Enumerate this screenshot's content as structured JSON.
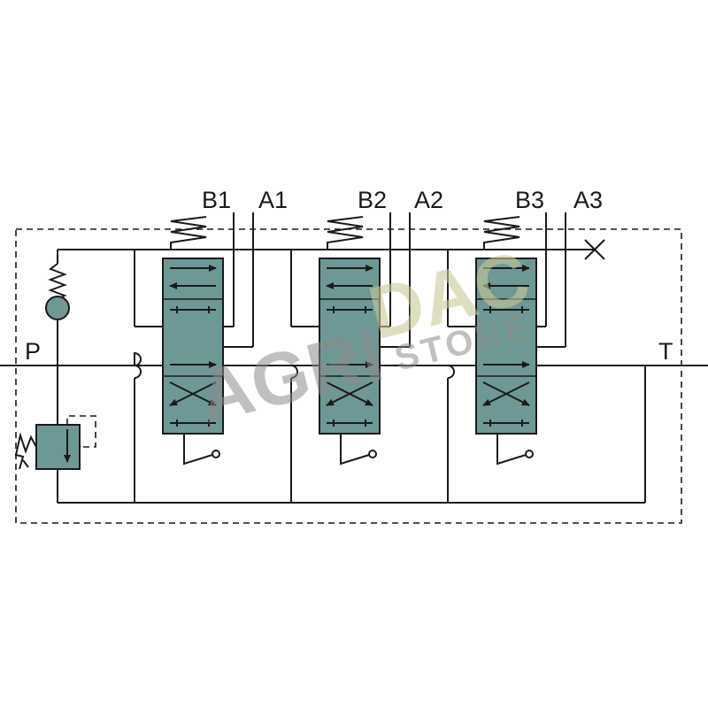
{
  "ports": {
    "pressure": "P",
    "tank": "T"
  },
  "sections": [
    {
      "port_b": "B1",
      "port_a": "A1"
    },
    {
      "port_b": "B2",
      "port_a": "A2"
    },
    {
      "port_b": "B3",
      "port_a": "A3"
    }
  ],
  "watermark": {
    "part1": "AGRI",
    "part2": "DAC",
    "part3": "STORE"
  },
  "colors": {
    "spool_fill": "#6e9896",
    "line": "#1a1a1a",
    "watermark_gray": "#8c8c8c",
    "watermark_khaki": "#c8c898"
  }
}
